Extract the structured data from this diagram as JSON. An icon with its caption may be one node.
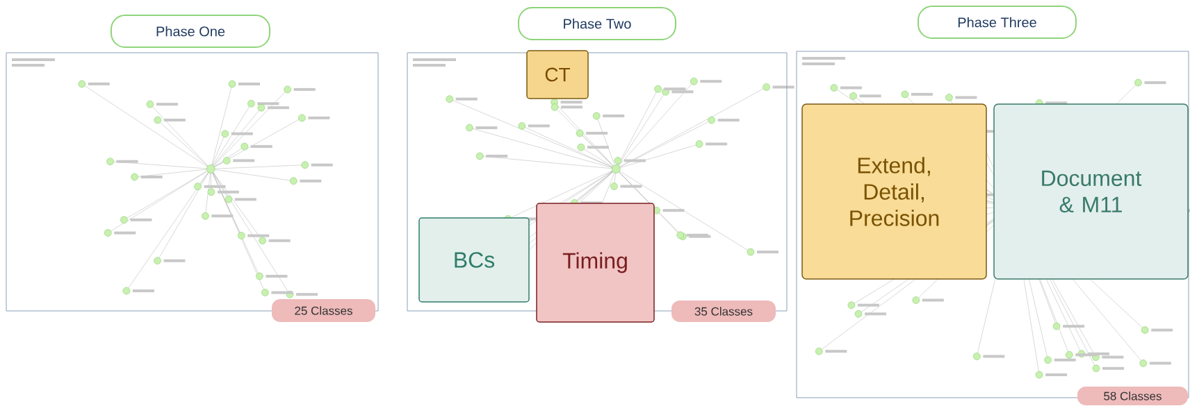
{
  "diagram": {
    "nodes": [
      {
        "text": [
          "Phase One"
        ]
      },
      {
        "text": [],
        "shape": "picture"
      },
      {
        "text": [
          "25 Classes"
        ],
        "in": 1
      },
      {
        "text": [
          "Phase Two"
        ]
      },
      {
        "text": [],
        "shape": "picture"
      },
      {
        "text": [
          "CT"
        ],
        "in": 4
      },
      {
        "text": [
          "BCs"
        ],
        "in": 4
      },
      {
        "text": [
          "Timing"
        ],
        "in": 4
      },
      {
        "text": [
          "35 Classes"
        ],
        "in": 4
      },
      {
        "text": [
          "Phase Three"
        ]
      },
      {
        "text": [],
        "shape": "picture"
      },
      {
        "text": [
          "Extend, Detail, Precision"
        ],
        "in": 10
      },
      {
        "text": [
          "Document & M11"
        ],
        "in": 10
      },
      {
        "text": [
          "58 Classes"
        ],
        "in": 10
      }
    ]
  }
}
